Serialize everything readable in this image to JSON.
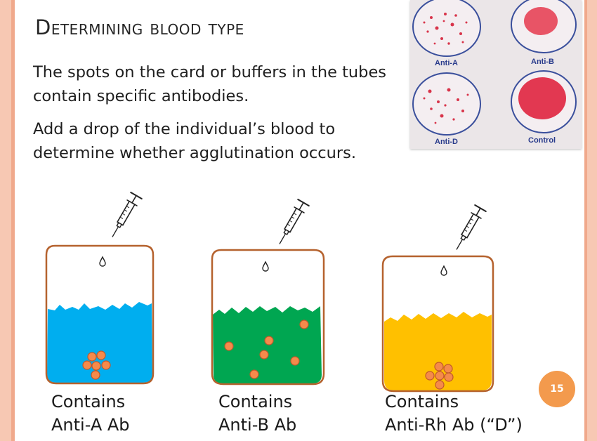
{
  "slide": {
    "title": "Determining blood type",
    "paragraphs": [
      "The spots on the card or buffers in the tubes contain specific antibodies.",
      "Add a drop of the individual’s blood to determine whether agglutination occurs."
    ],
    "page_number": "15"
  },
  "photo": {
    "labels": [
      "Anti-A",
      "Anti-B",
      "Anti-D",
      "Control"
    ]
  },
  "tubes": [
    {
      "caption_line1": "Contains",
      "caption_line2": "Anti-A Ab",
      "liquid_color": "#00aeef"
    },
    {
      "caption_line1": "Contains",
      "caption_line2": "Anti-B Ab",
      "liquid_color": "#00a651"
    },
    {
      "caption_line1": "Contains",
      "caption_line2": "Anti-Rh Ab (“D”)",
      "liquid_color": "#ffc000"
    }
  ],
  "colors": {
    "accent_orange": "#f39a4d",
    "border_salmon": "#f7c8b3",
    "cell_orange": "#f58a4b",
    "tube_outline": "#b5622e"
  }
}
